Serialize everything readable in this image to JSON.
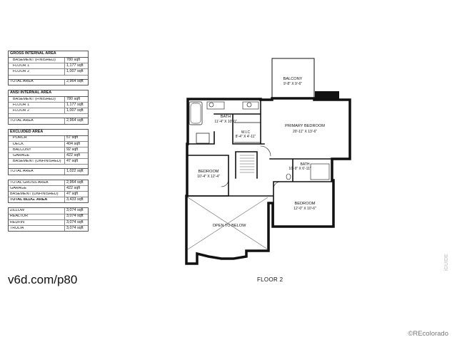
{
  "tables": [
    {
      "title": "GROSS INTERNAL AREA",
      "rows": [
        {
          "label": "BASEMENT (FINISHED)",
          "value": "780 sqft"
        },
        {
          "label": "FLOOR 1",
          "value": "1,177 sqft"
        },
        {
          "label": "FLOOR 2",
          "value": "1,007 sqft"
        }
      ],
      "total": {
        "label": "TOTAL AREA",
        "value": "2,964 sqft"
      }
    },
    {
      "title": "ANSI INTERNAL AREA",
      "rows": [
        {
          "label": "BASEMENT (FINISHED)",
          "value": "780 sqft"
        },
        {
          "label": "FLOOR 1",
          "value": "1,177 sqft"
        },
        {
          "label": "FLOOR 2",
          "value": "1,007 sqft"
        }
      ],
      "total": {
        "label": "TOTAL AREA",
        "value": "2,964 sqft"
      }
    },
    {
      "title": "EXCLUDED AREA",
      "rows": [
        {
          "label": "PORCH",
          "value": "57 sqft"
        },
        {
          "label": "DECK",
          "value": "404 sqft"
        },
        {
          "label": "BALCONY",
          "value": "92 sqft"
        },
        {
          "label": "GARAGE",
          "value": "422 sqft"
        },
        {
          "label": "BASEMENT (UNFINISHED)",
          "value": "47 sqft"
        }
      ],
      "total": {
        "label": "TOTAL AREA",
        "value": "1,022 sqft"
      }
    },
    {
      "title": "",
      "rows": [
        {
          "label": "TOTAL GROSS AREA",
          "value": "2,964 sqft"
        },
        {
          "label": "GARAGE",
          "value": "422 sqft"
        },
        {
          "label": "BASEMENT (UNFINISHED)",
          "value": "47 sqft"
        }
      ],
      "total": {
        "label": "TOTAL BLDG. AREA",
        "value": "3,433 sqft"
      }
    },
    {
      "title": "",
      "rows": [
        {
          "label": "ZILLOW",
          "value": "3,074 sqft"
        },
        {
          "label": "REALTOR",
          "value": "3,074 sqft"
        },
        {
          "label": "REDFIN",
          "value": "3,074 sqft"
        },
        {
          "label": "TRULIA",
          "value": "3,074 sqft"
        }
      ],
      "total": null
    }
  ],
  "watermark": "v6d.com/p80",
  "floor_label": "FLOOR 2",
  "credit": "©REcolorado",
  "side_mark": "iGUIDE",
  "rooms": {
    "balcony": {
      "name": "BALCONY",
      "dims": "9'-8\" X 9'-6\""
    },
    "bath1": {
      "name": "BATH",
      "dims": "11'-4\" X 10'-0\""
    },
    "wic": {
      "name": "W.I.C",
      "dims": "8'-4\" X 4'-11\""
    },
    "primary": {
      "name": "PRIMARY BEDROOM",
      "dims": "20'-11\" X 13'-6\""
    },
    "bedroom1": {
      "name": "BEDROOM",
      "dims": "10'-4\" X 12'-4\""
    },
    "bath2": {
      "name": "BATH",
      "dims": "10'-9\" X 6'-11\""
    },
    "bedroom2": {
      "name": "BEDROOM",
      "dims": "12'-0\" X 10'-6\""
    },
    "open": {
      "name": "OPEN TO BELOW"
    }
  }
}
